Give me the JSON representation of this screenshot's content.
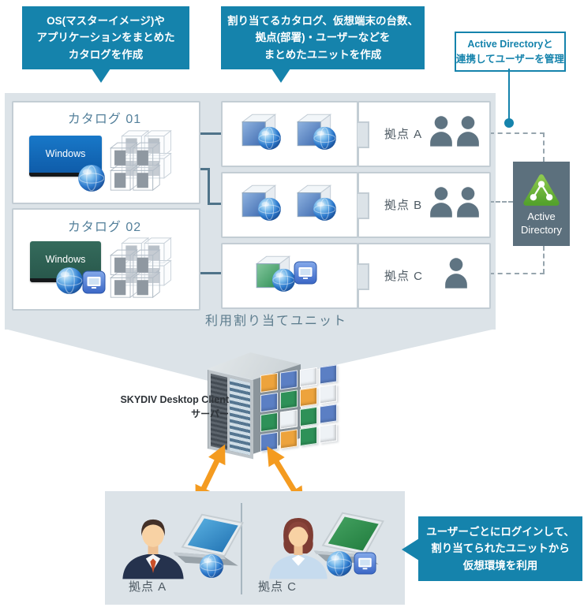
{
  "callouts": {
    "catalog": {
      "lines": [
        "OS(マスターイメージ)や",
        "アプリケーションをまとめた",
        "カタログを作成"
      ]
    },
    "unit": {
      "lines": [
        "割り当てるカタログ、仮想端末の台数、",
        "拠点(部署)・ユーザーなどを",
        "まとめたユニットを作成"
      ]
    },
    "active_directory": {
      "lines": [
        "Active Directoryと",
        "連携してユーザーを管理"
      ]
    },
    "login": {
      "lines": [
        "ユーザーごとにログインして、",
        "割り当てられたユニットから",
        "仮想環境を利用"
      ]
    }
  },
  "catalog_section": {
    "items": [
      {
        "title": "カタログ 01",
        "os_label": "Windows"
      },
      {
        "title": "カタログ 02",
        "os_label": "Windows"
      }
    ]
  },
  "unit_section": {
    "caption": "利用割り当てユニット",
    "rows": [
      {
        "site": "拠点 A",
        "virtual_desktops": 2,
        "users": 2,
        "desktop_color": "blue"
      },
      {
        "site": "拠点 B",
        "virtual_desktops": 2,
        "users": 2,
        "desktop_color": "blue"
      },
      {
        "site": "拠点 C",
        "virtual_desktops": 1,
        "users": 1,
        "desktop_color": "green"
      }
    ]
  },
  "active_directory": {
    "label_lines": [
      "Active",
      "Directory"
    ]
  },
  "server": {
    "label": "SKYDIV Desktop Client",
    "sublabel": "サーバー"
  },
  "client_section": {
    "sites": [
      {
        "label": "拠点 A",
        "laptop_color": "blue"
      },
      {
        "label": "拠点 C",
        "laptop_color": "green"
      }
    ]
  },
  "colors": {
    "accent_teal": "#1583ac",
    "panel_gray": "#dce3e8",
    "ad_box_slate": "#5c707d",
    "ad_green": "#63ad34",
    "arrow_orange": "#f49b20",
    "connector": "#4f7389",
    "person_gray": "#5f7482"
  }
}
